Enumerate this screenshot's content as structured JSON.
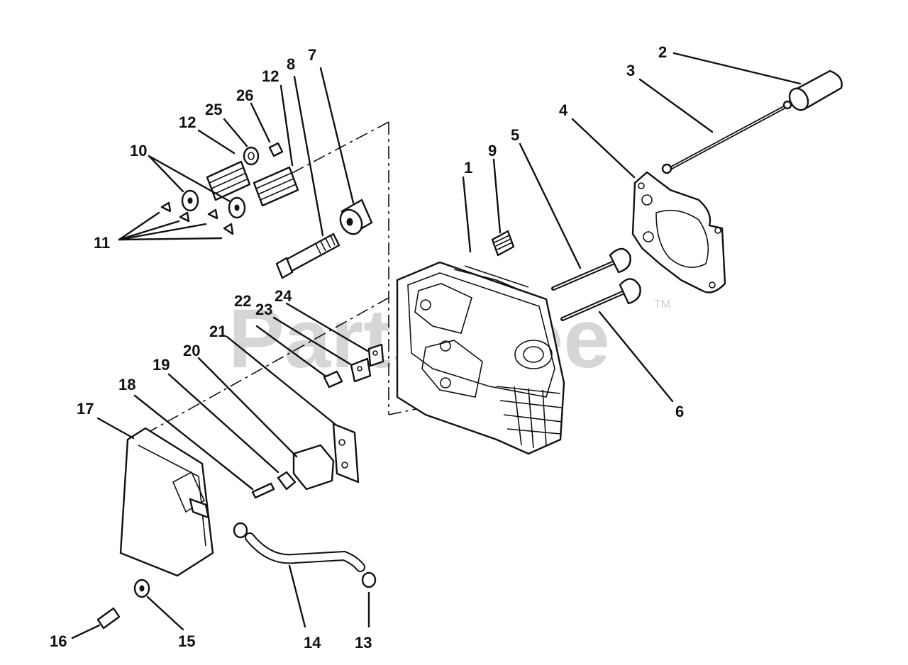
{
  "watermark": {
    "brand": "PartsTree",
    "trademark": "TM"
  },
  "callouts": {
    "p1": "1",
    "p2": "2",
    "p3": "3",
    "p4": "4",
    "p5": "5",
    "p6": "6",
    "p7": "7",
    "p8": "8",
    "p9": "9",
    "p10": "10",
    "p11": "11",
    "p12a": "12",
    "p12b": "12",
    "p13": "13",
    "p14": "14",
    "p15": "15",
    "p16": "16",
    "p17": "17",
    "p18": "18",
    "p19": "19",
    "p20": "20",
    "p21": "21",
    "p22": "22",
    "p23": "23",
    "p24": "24",
    "p25": "25",
    "p26": "26"
  }
}
